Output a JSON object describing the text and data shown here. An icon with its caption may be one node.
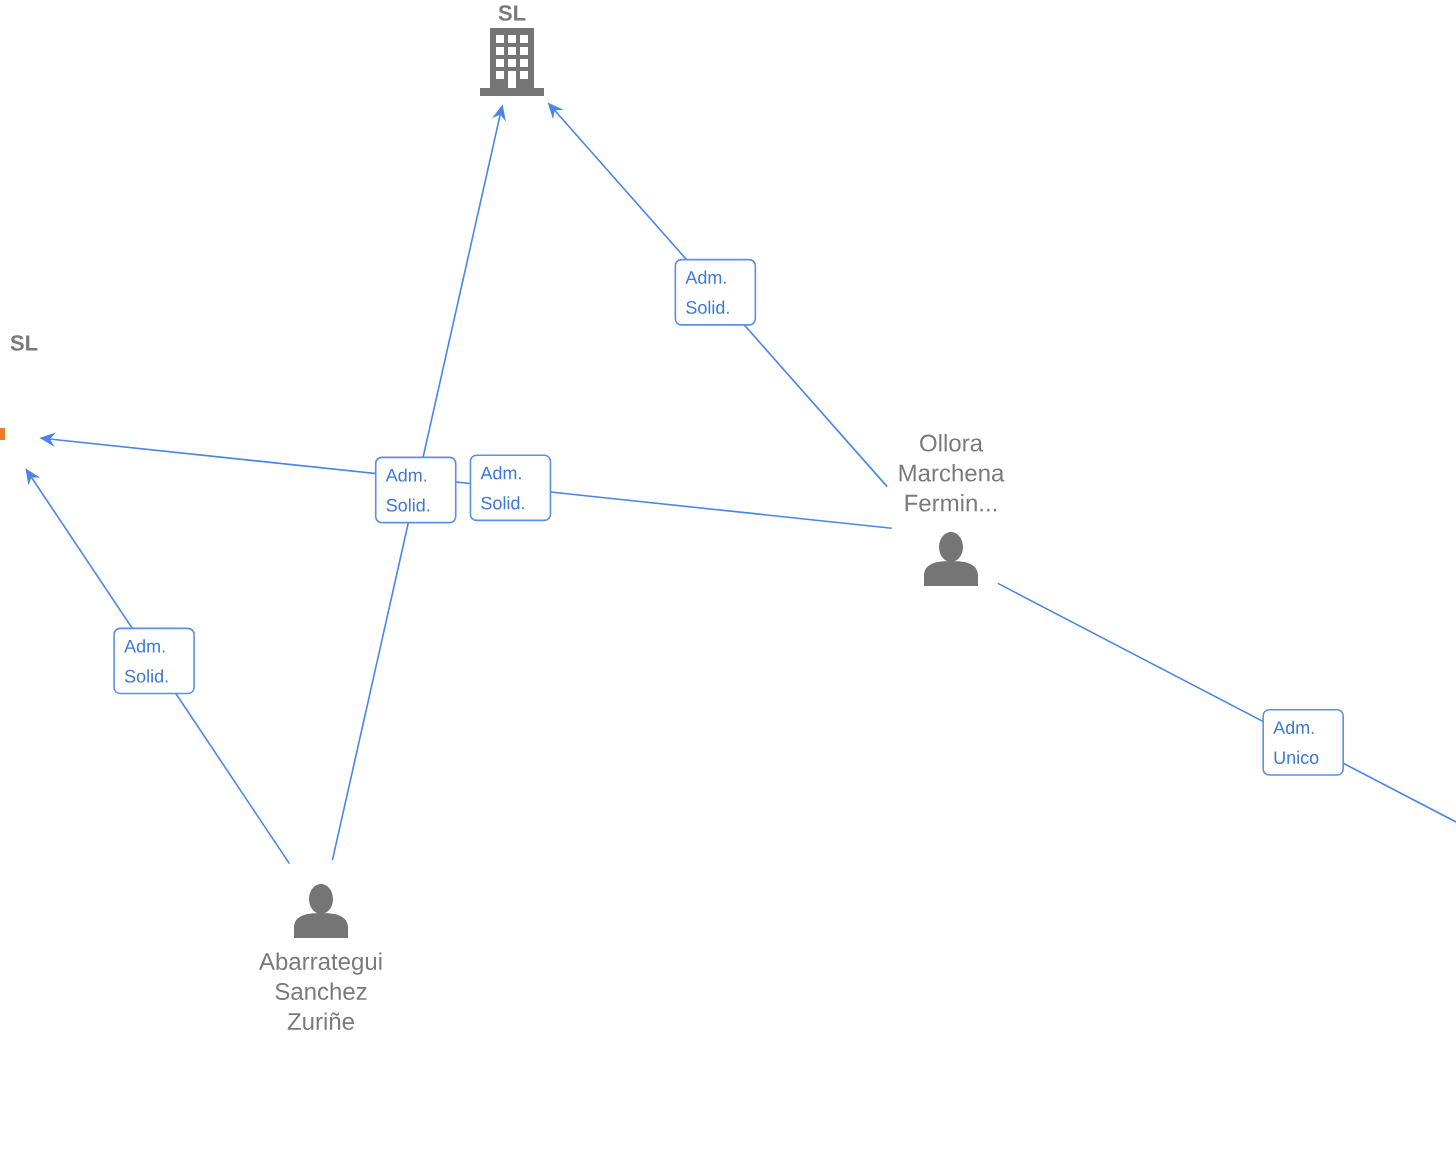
{
  "diagram": {
    "nodes": [
      {
        "text": [
          "SL"
        ]
      },
      {
        "text": [
          "SL"
        ]
      },
      {
        "text": [
          "Ollora Marchena Fermin..."
        ]
      },
      {
        "text": [
          "Abarrategui Sanchez Zuriñe"
        ]
      }
    ],
    "edges": [
      {
        "from": 3,
        "to": 0,
        "arrow": "to",
        "label": "Adm. Solid."
      },
      {
        "from": 2,
        "to": 0,
        "arrow": "to",
        "label": "Adm. Solid."
      },
      {
        "from": 2,
        "to": 1,
        "arrow": "to",
        "label": "Adm. Solid."
      },
      {
        "from": 3,
        "to": 1,
        "arrow": "to",
        "label": "Adm. Solid."
      },
      {
        "from": 2,
        "to": null,
        "arrow": "none",
        "label": "Adm. Unico"
      }
    ]
  }
}
